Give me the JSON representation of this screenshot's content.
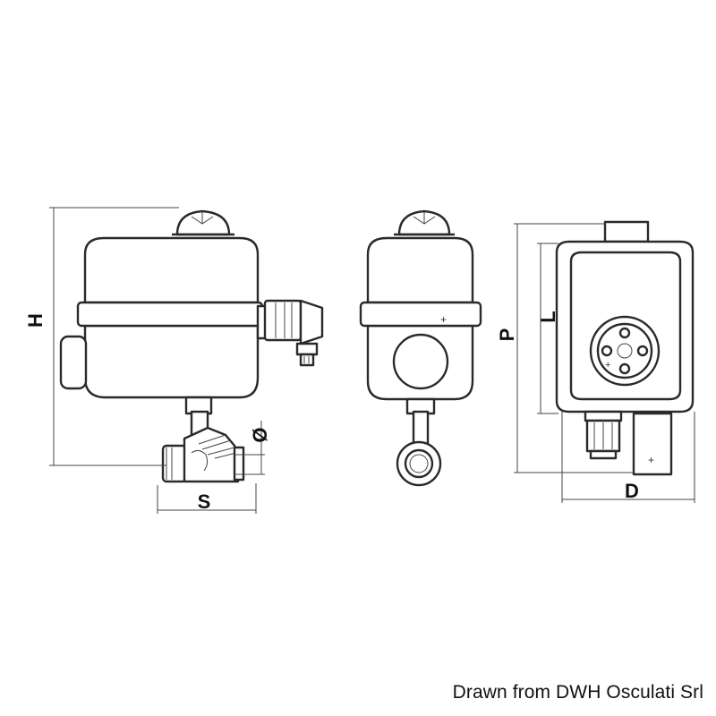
{
  "dimensions": {
    "height": "H",
    "thread": "S",
    "diameter": "Ø",
    "overall_length": "P",
    "body_length": "L",
    "depth": "D"
  },
  "credit": "Drawn from DWH Osculati Srl"
}
